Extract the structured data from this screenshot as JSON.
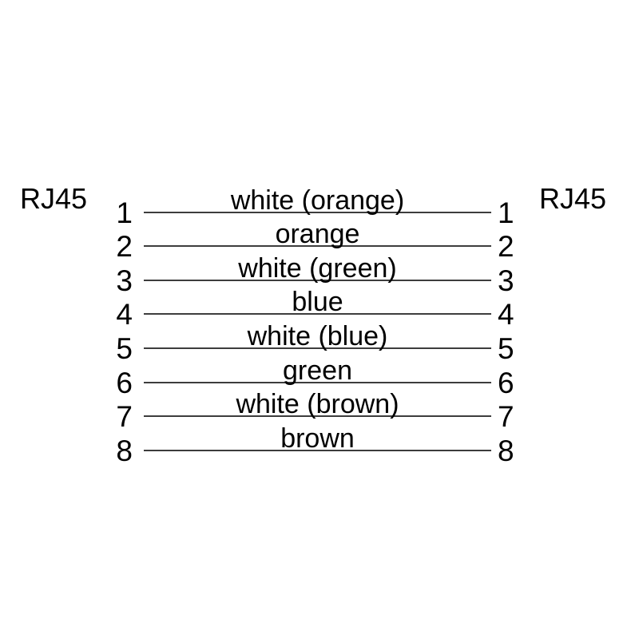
{
  "connectors": {
    "left": {
      "label": "RJ45"
    },
    "right": {
      "label": "RJ45"
    }
  },
  "wires": [
    {
      "left_pin": "1",
      "right_pin": "1",
      "label": "white (orange)"
    },
    {
      "left_pin": "2",
      "right_pin": "2",
      "label": "orange"
    },
    {
      "left_pin": "3",
      "right_pin": "3",
      "label": "white (green)"
    },
    {
      "left_pin": "4",
      "right_pin": "4",
      "label": "blue"
    },
    {
      "left_pin": "5",
      "right_pin": "5",
      "label": "white (blue)"
    },
    {
      "left_pin": "6",
      "right_pin": "6",
      "label": "green"
    },
    {
      "left_pin": "7",
      "right_pin": "7",
      "label": "white (brown)"
    },
    {
      "left_pin": "8",
      "right_pin": "8",
      "label": "brown"
    }
  ],
  "colors": {
    "background": "#ffffff",
    "text": "#000000",
    "wire_line": "#3d3d3d"
  }
}
